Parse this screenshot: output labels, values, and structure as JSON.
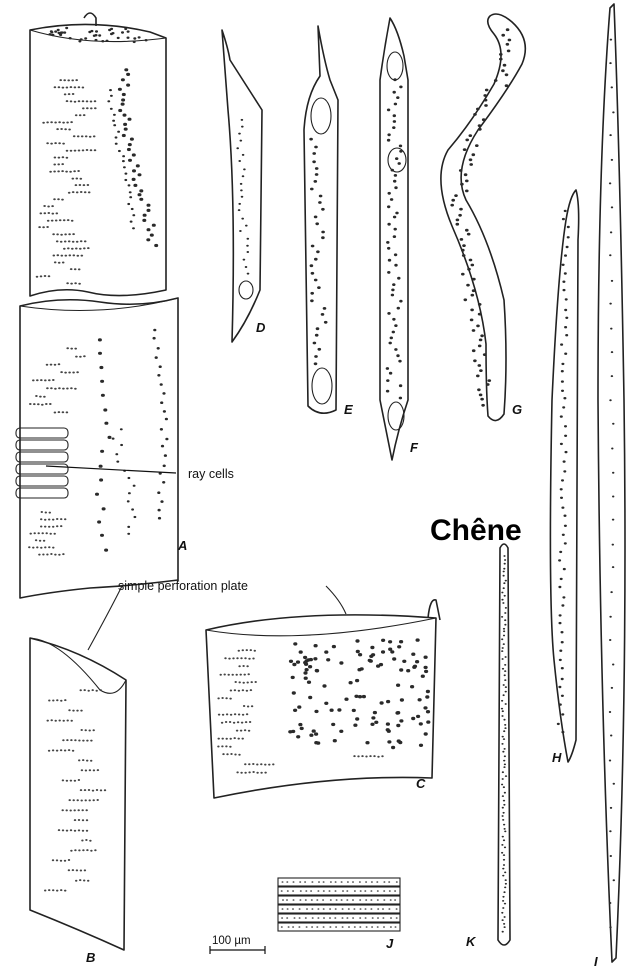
{
  "title": "Chêne",
  "annotations": {
    "ray_cells": "ray cells",
    "perforation": "simple perforation plate"
  },
  "scale_bar": "100 µm",
  "labels": {
    "A": "A",
    "B": "B",
    "C": "C",
    "D": "D",
    "E": "E",
    "F": "F",
    "G": "G",
    "H": "H",
    "I": "I",
    "J": "J",
    "K": "K"
  }
}
